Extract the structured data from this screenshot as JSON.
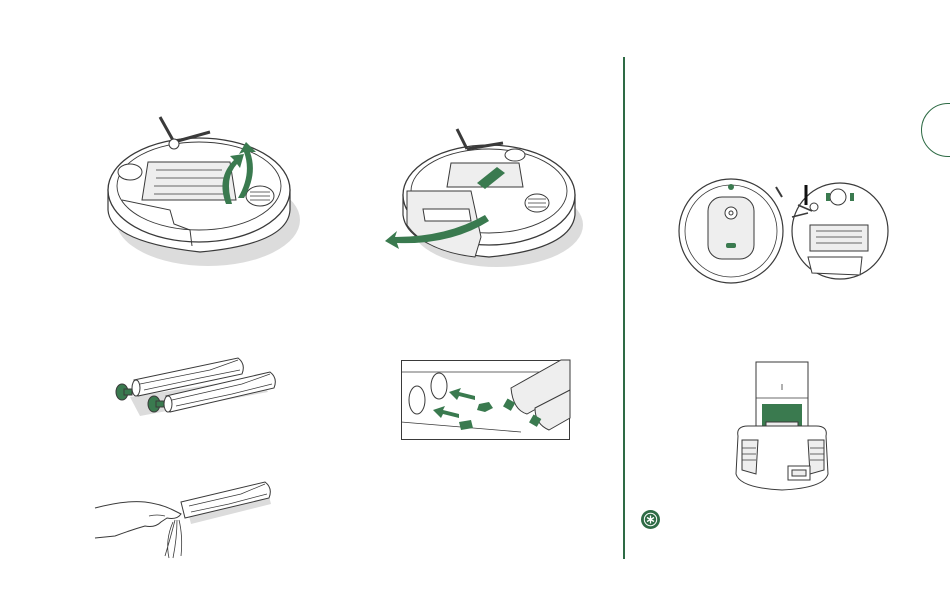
{
  "colors": {
    "accent": "#2e6b45",
    "accent_fill": "#3a7a4f",
    "line": "#3a3a3a",
    "shadow": "#dcdcdc",
    "body_fill": "#ffffff",
    "part_fill": "#eeeeee"
  },
  "icons": {
    "tip": "asterisk-icon",
    "page_tab": "page-tab-circle"
  },
  "figures": [
    "robot-underside-brush-frame-open",
    "robot-underside-bin-removed",
    "two-extractor-rollers-with-caps",
    "roller-axle-pin-alignment-closeup",
    "hand-pulling-hair-from-roller-end",
    "robot-top-and-bottom-views",
    "clean-base-dock-with-filter"
  ]
}
